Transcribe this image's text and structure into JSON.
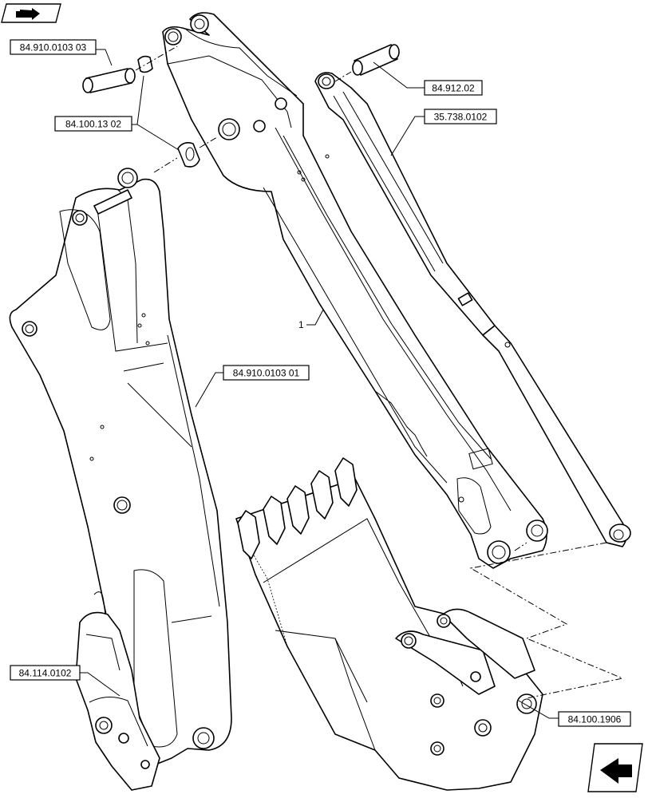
{
  "callouts": {
    "pin_upper": "84.910.0103 03",
    "bushing": "84.100.13 02",
    "pin_cylinder_rod": "84.912.02",
    "cylinder": "35.738.0102",
    "dipper_ref": "1",
    "pin_boom": "84.910.0103 01",
    "linkage": "84.114.0102",
    "bucket": "84.100.1906"
  },
  "icons": {
    "top_left": "next-page-arrow-icon",
    "bottom_right": "previous-page-arrow-icon"
  }
}
